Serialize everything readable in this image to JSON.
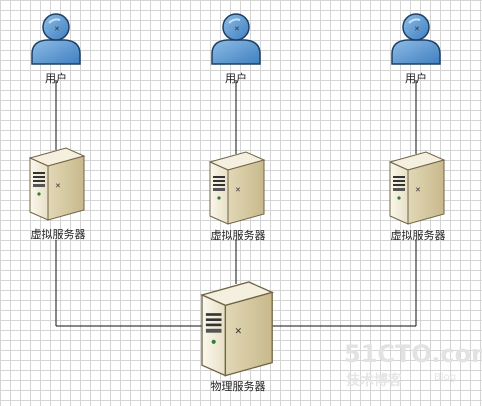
{
  "users": [
    {
      "label": "用户"
    },
    {
      "label": "用户"
    },
    {
      "label": "用户"
    }
  ],
  "virtual_servers": [
    {
      "label": "虚拟服务器"
    },
    {
      "label": "虚拟服务器"
    },
    {
      "label": "虚拟服务器"
    }
  ],
  "physical_server": {
    "label": "物理服务器"
  },
  "watermark": {
    "logo_text": "51CTO.com",
    "tagline": "技术博客",
    "blog": "Blog"
  }
}
